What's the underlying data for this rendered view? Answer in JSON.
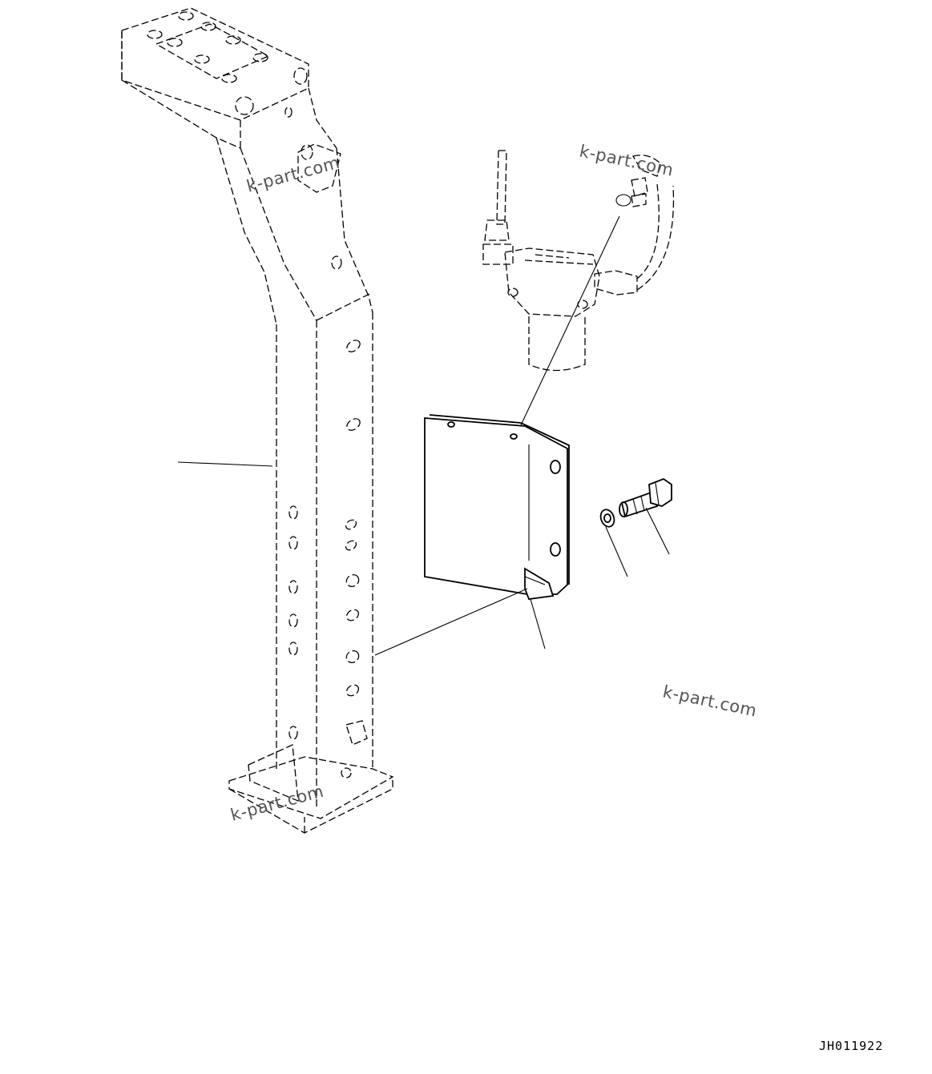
{
  "drawing_code": "JH011922",
  "watermarks": [
    "k-part.com",
    "k-part.com",
    "k-part.com",
    "k-part.com"
  ]
}
